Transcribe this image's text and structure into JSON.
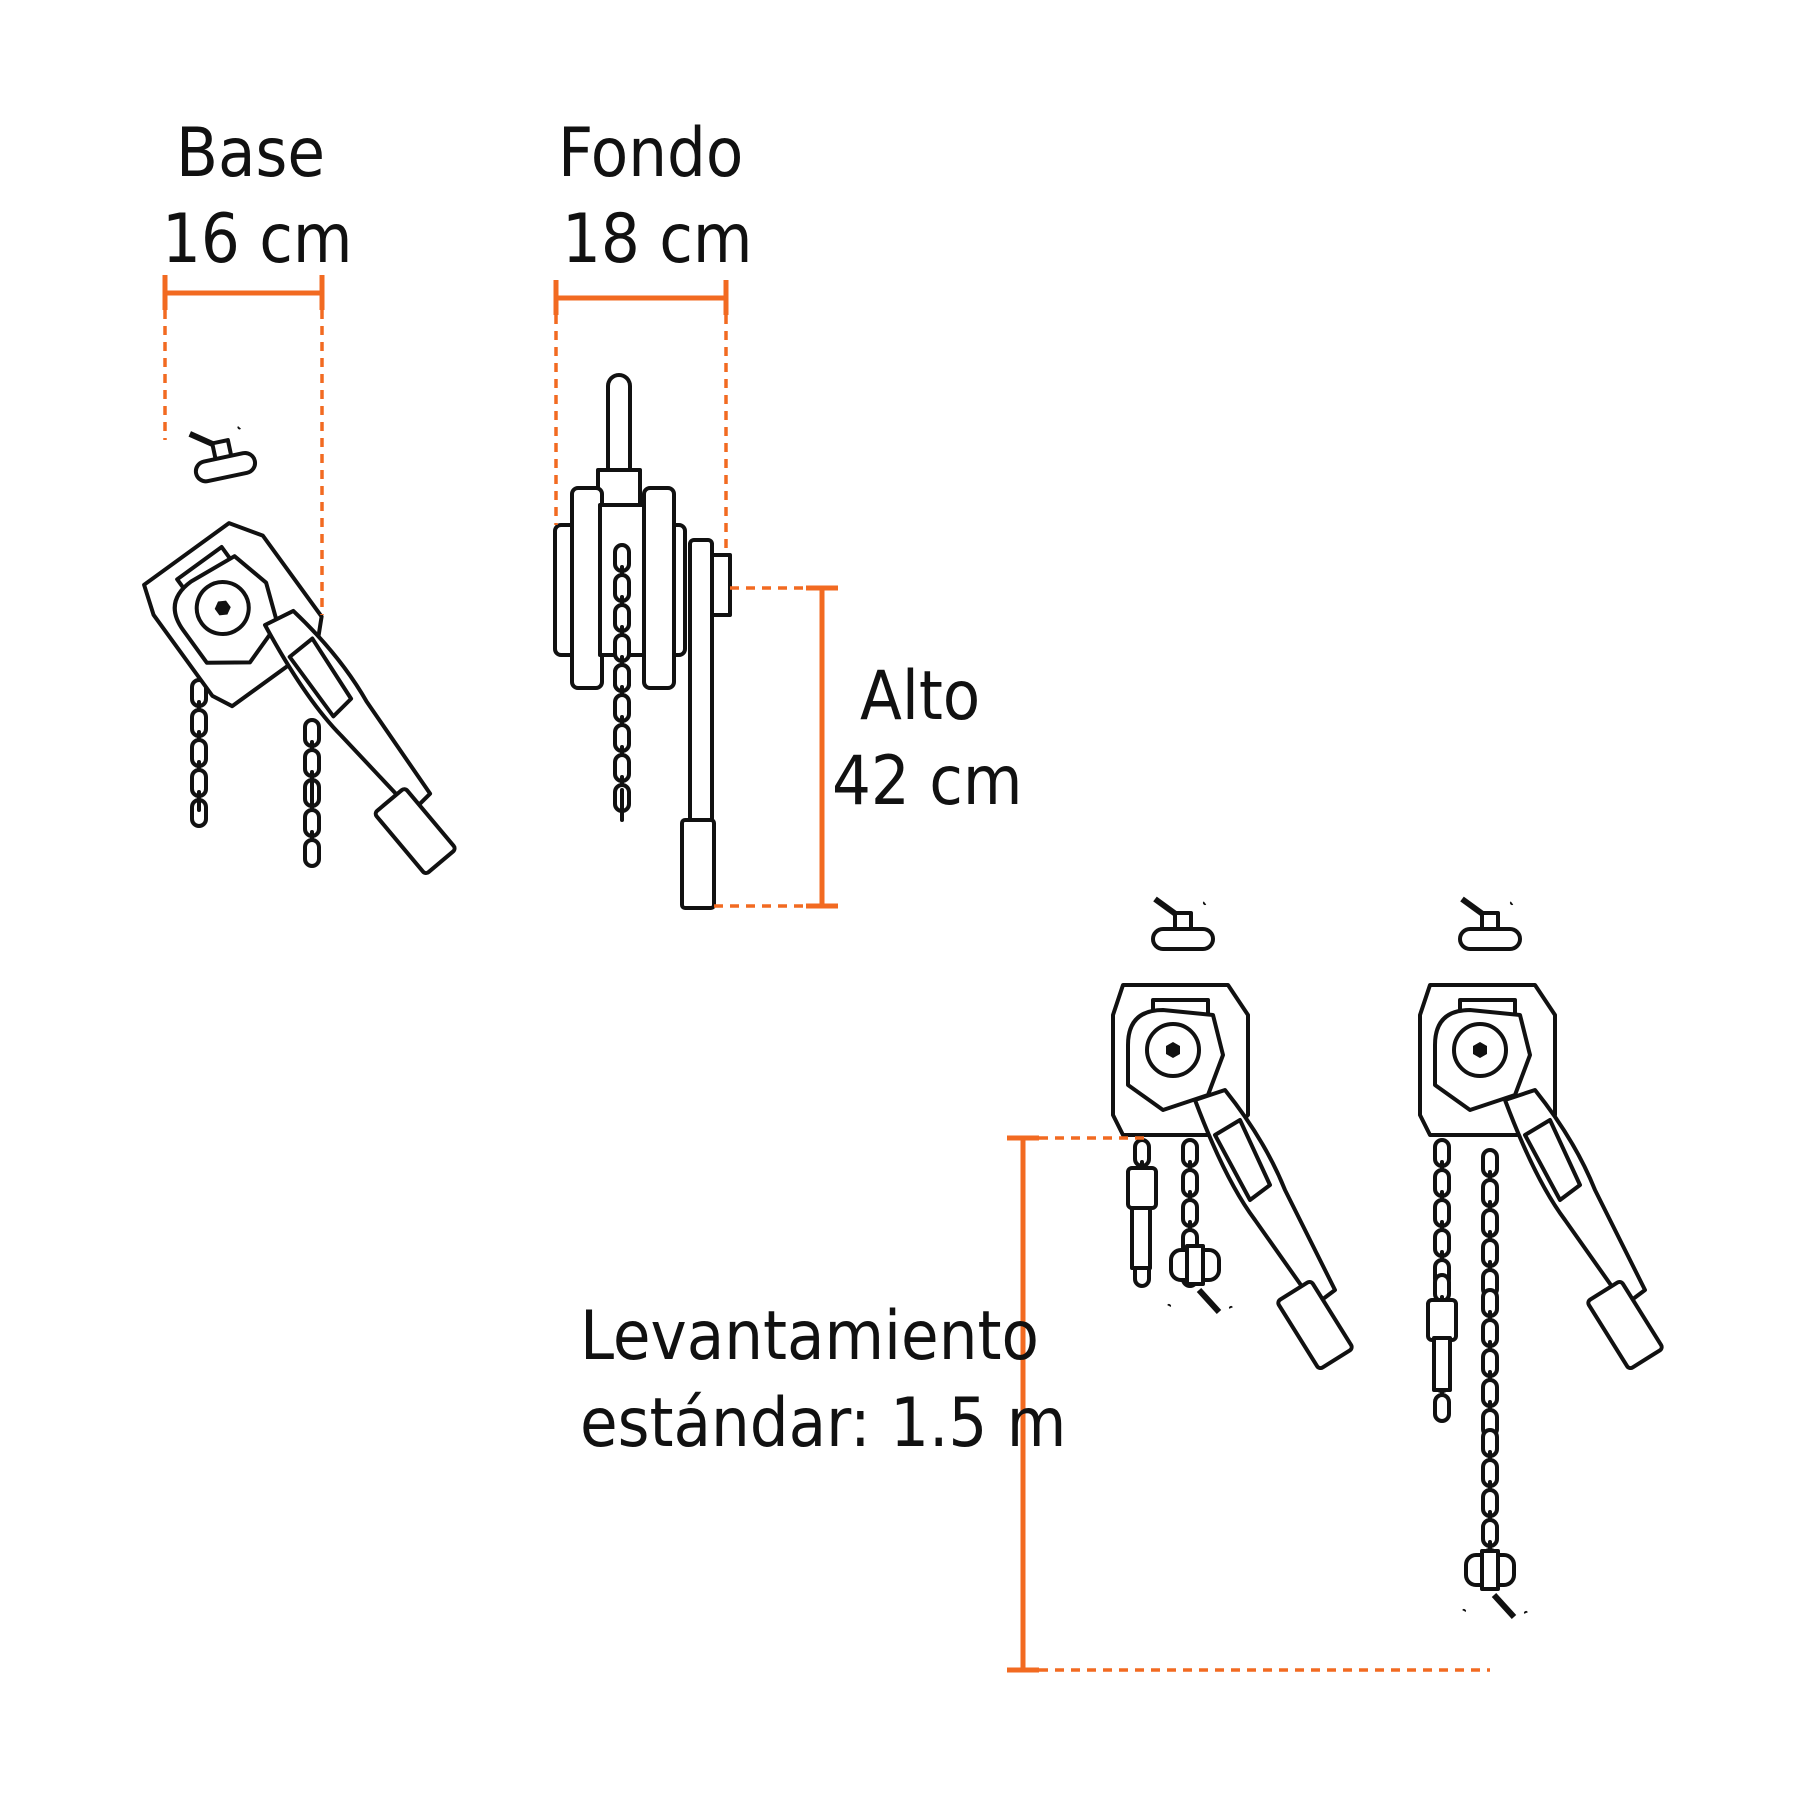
{
  "colors": {
    "accent": "#f26a21",
    "ink": "#111111",
    "background": "#ffffff"
  },
  "dimensions": {
    "base": {
      "label": "Base",
      "value": "16 cm"
    },
    "fondo": {
      "label": "Fondo",
      "value": "18 cm"
    },
    "alto": {
      "label": "Alto",
      "value": "42 cm"
    },
    "lift": {
      "label": "Levantamiento",
      "value": "estándar: 1.5 m"
    }
  },
  "illustrations": [
    "lever-hoist-front-tilted",
    "lever-hoist-side",
    "lever-hoist-retracted",
    "lever-hoist-extended"
  ]
}
